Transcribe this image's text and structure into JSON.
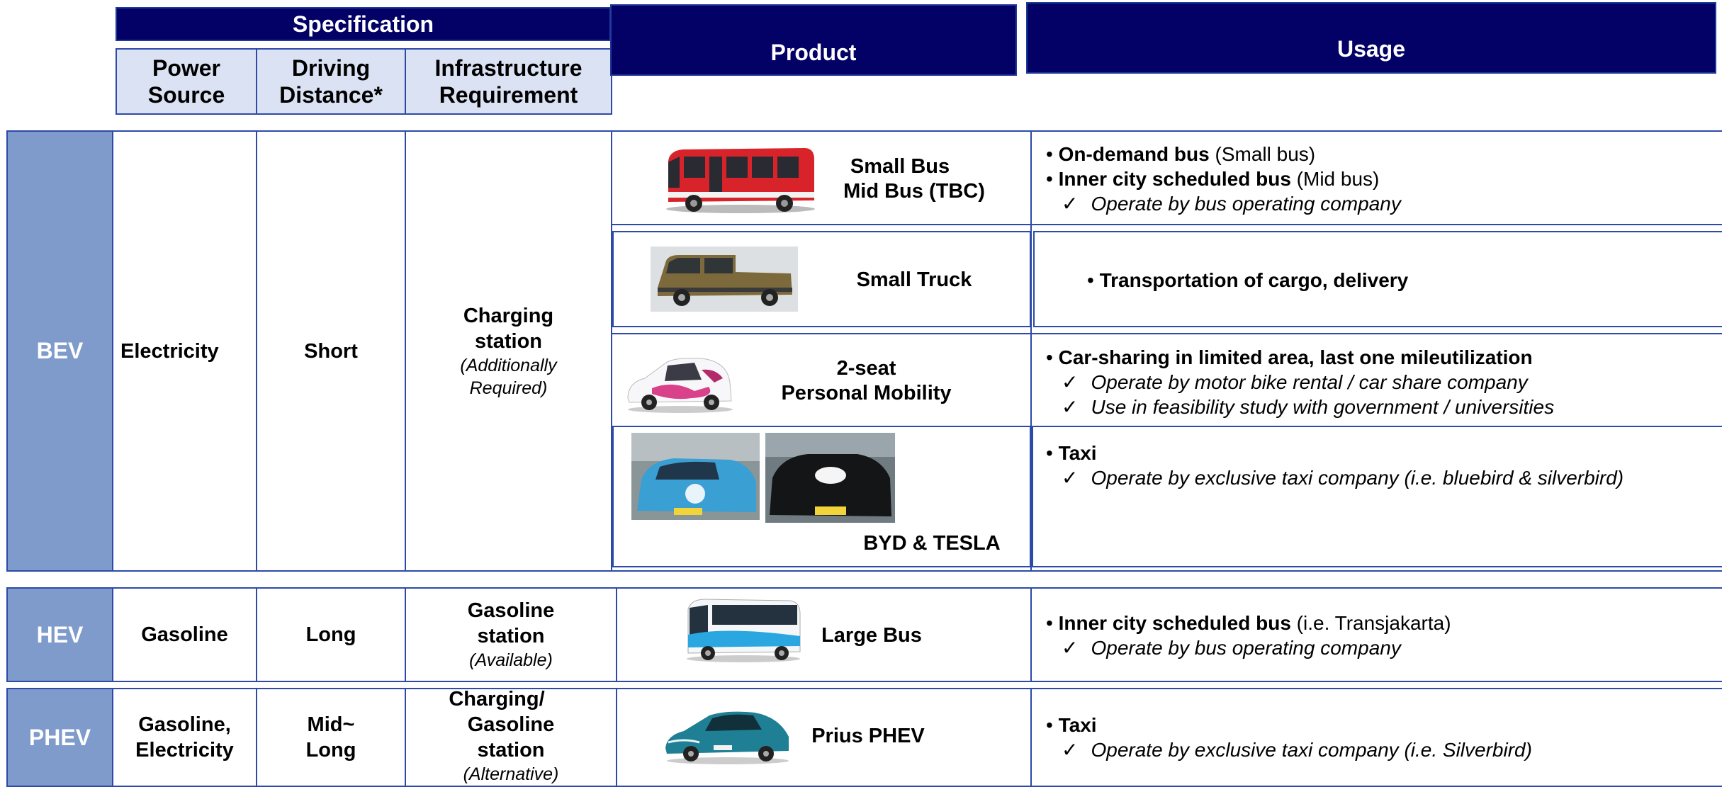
{
  "header": {
    "specification": "Specification",
    "power_source_1": "Power",
    "power_source_2": "Source",
    "driving_distance_1": "Driving",
    "driving_distance_2": "Distance*",
    "infrastructure_1": "Infrastructure",
    "infrastructure_2": "Requirement",
    "product": "Product",
    "usage": "Usage"
  },
  "bev": {
    "category": "BEV",
    "power": "Electricity",
    "distance": "Short",
    "infra_1": "Charging",
    "infra_2": "station",
    "infra_note_1": "(Additionally",
    "infra_note_2": "Required)",
    "products": {
      "bus_1": "Small Bus",
      "bus_2": "Mid Bus (TBC)",
      "truck": "Small Truck",
      "mobility_1": "2-seat",
      "mobility_2": "Personal Mobility",
      "taxi": "BYD & TESLA"
    },
    "usage": {
      "bus_b1": "On-demand bus",
      "bus_n1": " (Small bus)",
      "bus_b2": "Inner city scheduled bus",
      "bus_n2": " (Mid bus)",
      "bus_check": "Operate by bus operating company",
      "truck": "Transportation of cargo, delivery",
      "mobility_b": "Car-sharing in limited area, last one mileutilization",
      "mobility_check1": "Operate by motor bike rental / car share company",
      "mobility_check2": "Use in feasibility study with government / universities",
      "taxi_b": "Taxi",
      "taxi_check": "Operate by exclusive taxi company (i.e. bluebird & silverbird)"
    }
  },
  "hev": {
    "category": "HEV",
    "power": "Gasoline",
    "distance": "Long",
    "infra_1": "Gasoline",
    "infra_2": "station",
    "infra_note": "(Available)",
    "product": "Large Bus",
    "usage_b": "Inner city scheduled bus",
    "usage_n": " (i.e. Transjakarta)",
    "usage_check": "Operate by bus operating company"
  },
  "phev": {
    "category": "PHEV",
    "power_1": "Gasoline,",
    "power_2": "Electricity",
    "distance_1": "Mid~",
    "distance_2": "Long",
    "infra_1": "Charging/",
    "infra_2": "Gasoline",
    "infra_3": "station",
    "infra_note": "(Alternative)",
    "product": "Prius PHEV",
    "usage_b": "Taxi",
    "usage_check": "Operate by exclusive taxi company (i.e. Silverbird)"
  },
  "symbols": {
    "bullet": "•",
    "check": "✓"
  },
  "colors": {
    "header_dark": "#030066",
    "header_light": "#dbe2f3",
    "category": "#7f9bcc",
    "border": "#2d4aa8"
  }
}
